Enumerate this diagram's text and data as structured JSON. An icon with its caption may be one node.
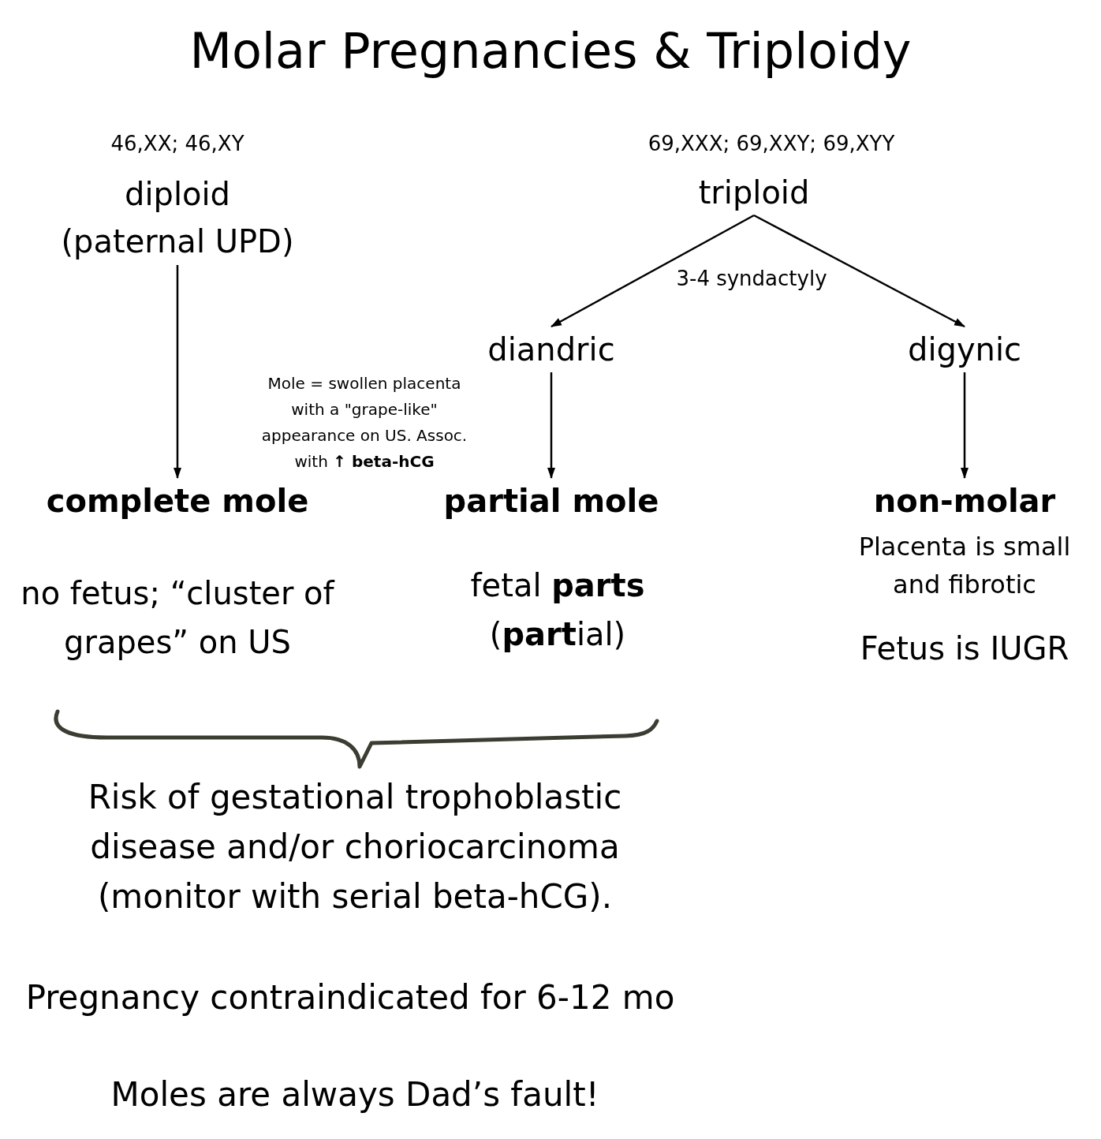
{
  "diagram": {
    "title": "Molar Pregnancies & Triploidy",
    "nodes": [
      {
        "text": [
          "diploid (paternal UPD)"
        ],
        "beside": [
          "46,XX; 46,XY"
        ]
      },
      {
        "text": [
          "triploid"
        ],
        "beside": [
          "69,XXX; 69,XXY; 69,XYY"
        ]
      },
      {
        "text": [
          "diandric"
        ]
      },
      {
        "text": [
          "digynic"
        ]
      },
      {
        "text": [
          "complete mole"
        ],
        "beside": [
          "no fetus; “cluster of grapes” on US"
        ]
      },
      {
        "text": [
          "partial mole"
        ],
        "beside": [
          "fetal **parts** (**part**ial)"
        ]
      },
      {
        "text": [
          "non-molar"
        ],
        "beside": [
          "Placenta is small and fibrotic",
          "Fetus is IUGR"
        ]
      }
    ],
    "edges": [
      {
        "from": 0,
        "to": 4,
        "arrow": "to"
      },
      {
        "from": 1,
        "to": 2,
        "arrow": "to"
      },
      {
        "from": 1,
        "to": 3,
        "arrow": "to"
      },
      {
        "from": 2,
        "to": 5,
        "arrow": "to"
      },
      {
        "from": 3,
        "to": 6,
        "arrow": "to"
      }
    ],
    "labels": [
      "3-4 syndactyly",
      "Mole = swollen placenta with a \"grape-like\" appearance on US. Assoc. with **↑ beta-hCG**",
      "Risk of gestational trophoblastic disease and/or choriocarcinoma (monitor with serial beta-hCG).",
      "Pregnancy contraindicated for 6-12 mo",
      "Moles are always Dad’s fault!"
    ]
  }
}
